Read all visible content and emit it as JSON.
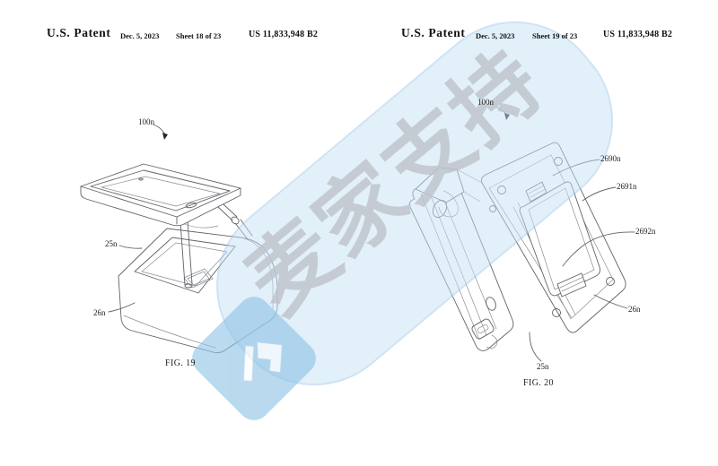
{
  "watermark": {
    "text": "麦家支持",
    "band_color": "#c7e2f7",
    "band_border_color": "#a0c8eb",
    "text_color": "#bec3ca",
    "logo_color": "#8cc1e4"
  },
  "pages": [
    {
      "header": {
        "patent_label": "U.S. Patent",
        "date": "Dec. 5, 2023",
        "sheet": "Sheet 18 of 23",
        "pub_number": "US 11,833,948 B2"
      },
      "figure": {
        "caption": "FIG. 19",
        "labels": [
          {
            "text": "100n"
          },
          {
            "text": "25n"
          },
          {
            "text": "26n"
          }
        ]
      }
    },
    {
      "header": {
        "patent_label": "U.S. Patent",
        "date": "Dec. 5, 2023",
        "sheet": "Sheet 19 of 23",
        "pub_number": "US 11,833,948 B2"
      },
      "figure": {
        "caption": "FIG. 20",
        "labels": [
          {
            "text": "100n"
          },
          {
            "text": "2690n"
          },
          {
            "text": "2691n"
          },
          {
            "text": "2692n"
          },
          {
            "text": "26n"
          },
          {
            "text": "25n"
          }
        ]
      }
    }
  ]
}
